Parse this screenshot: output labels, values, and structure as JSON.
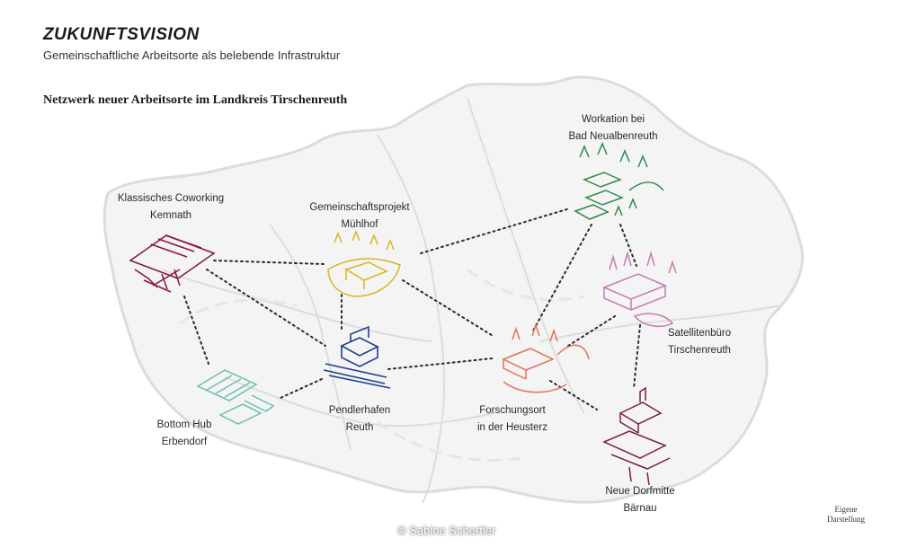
{
  "header": {
    "title": "ZUKUNFTSVISION",
    "subtitle": "Gemeinschaftliche Arbeitsorte als belebende Infrastruktur",
    "map_title": "Netzwerk neuer Arbeitsorte im Landkreis Tirschenreuth"
  },
  "nodes": [
    {
      "id": "kemnath",
      "line1": "Klassisches Coworking",
      "line2": "Kemnath",
      "color": "#8a1538"
    },
    {
      "id": "muehlhof",
      "line1": "Gemeinschaftsprojekt",
      "line2": "Mühlhof",
      "color": "#d9b51c"
    },
    {
      "id": "neualbenreuth",
      "line1": "Workation bei",
      "line2": "Bad Neualbenreuth",
      "color": "#2f8a4a"
    },
    {
      "id": "tirschenreuth",
      "line1": "Satellitenbüro",
      "line2": "Tirschenreuth",
      "color": "#c77bb0"
    },
    {
      "id": "reuth",
      "line1": "Pendlerhafen",
      "line2": "Reuth",
      "color": "#1f3f8f"
    },
    {
      "id": "erbendorf",
      "line1": "Bottom Hub",
      "line2": "Erbendorf",
      "color": "#6bbfb0"
    },
    {
      "id": "heusterz",
      "line1": "Forschungsort",
      "line2": "in der Heusterz",
      "color": "#e0735a"
    },
    {
      "id": "baernau",
      "line1": "Neue Dorfmitte",
      "line2": "Bärnau",
      "color": "#7a1f3a"
    }
  ],
  "connections": [
    [
      "kemnath",
      "muehlhof"
    ],
    [
      "kemnath",
      "reuth"
    ],
    [
      "kemnath",
      "erbendorf"
    ],
    [
      "muehlhof",
      "reuth"
    ],
    [
      "muehlhof",
      "neualbenreuth"
    ],
    [
      "muehlhof",
      "heusterz"
    ],
    [
      "reuth",
      "erbendorf"
    ],
    [
      "reuth",
      "heusterz"
    ],
    [
      "neualbenreuth",
      "heusterz"
    ],
    [
      "neualbenreuth",
      "tirschenreuth"
    ],
    [
      "heusterz",
      "tirschenreuth"
    ],
    [
      "heusterz",
      "baernau"
    ],
    [
      "tirschenreuth",
      "baernau"
    ]
  ],
  "footer": {
    "credit": "© Sabine Schertler",
    "note_line1": "Eigene",
    "note_line2": "Darstellung"
  }
}
